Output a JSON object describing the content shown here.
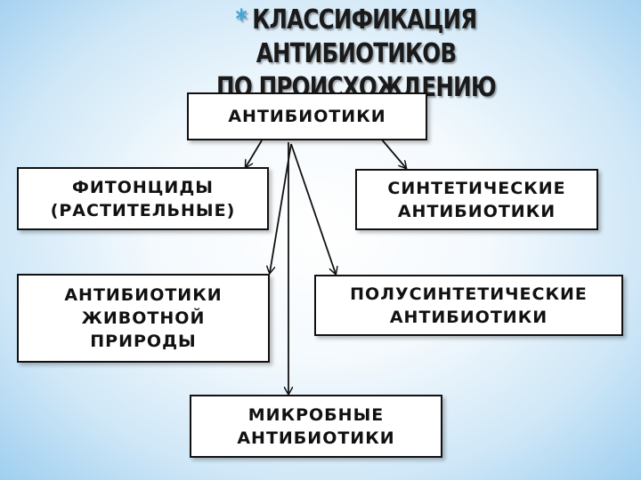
{
  "title": {
    "star": "*",
    "line1": "КЛАССИФИКАЦИЯ АНТИБИОТИКОВ",
    "line2": "ПО ПРОИСХОЖДЕНИЮ"
  },
  "nodes": {
    "root": [
      "АНТИБИОТИКИ"
    ],
    "phytoncides": [
      "ФИТОНЦИДЫ",
      "(РАСТИТЕЛЬНЫЕ)"
    ],
    "synthetic": [
      "СИНТЕТИЧЕСКИЕ",
      "АНТИБИОТИКИ"
    ],
    "animal": [
      "АНТИБИОТИКИ",
      "ЖИВОТНОЙ",
      "ПРИРОДЫ"
    ],
    "semisynthetic": [
      "ПОЛУСИНТЕТИЧЕСКИЕ",
      "АНТИБИОТИКИ"
    ],
    "microbial": [
      "МИКРОБНЫЕ",
      "АНТИБИОТИКИ"
    ]
  }
}
